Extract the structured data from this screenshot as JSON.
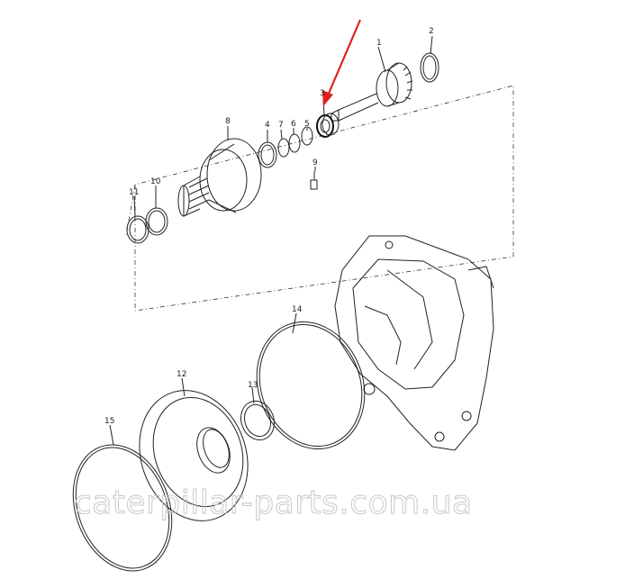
{
  "diagram": {
    "callouts": [
      {
        "id": "c1",
        "text": "1"
      },
      {
        "id": "c2",
        "text": "2"
      },
      {
        "id": "c3",
        "text": "3"
      },
      {
        "id": "c4",
        "text": "4"
      },
      {
        "id": "c5",
        "text": "5"
      },
      {
        "id": "c6",
        "text": "6"
      },
      {
        "id": "c7",
        "text": "7"
      },
      {
        "id": "c8",
        "text": "8"
      },
      {
        "id": "c9",
        "text": "9"
      },
      {
        "id": "c10",
        "text": "10"
      },
      {
        "id": "c11",
        "text": "11"
      },
      {
        "id": "c12",
        "text": "12"
      },
      {
        "id": "c13",
        "text": "13"
      },
      {
        "id": "c14",
        "text": "14"
      },
      {
        "id": "c15",
        "text": "15"
      }
    ],
    "watermark": "caterpillar-parts.com.ua",
    "highlight_color": "#e0201b",
    "line_color": "#222222"
  }
}
